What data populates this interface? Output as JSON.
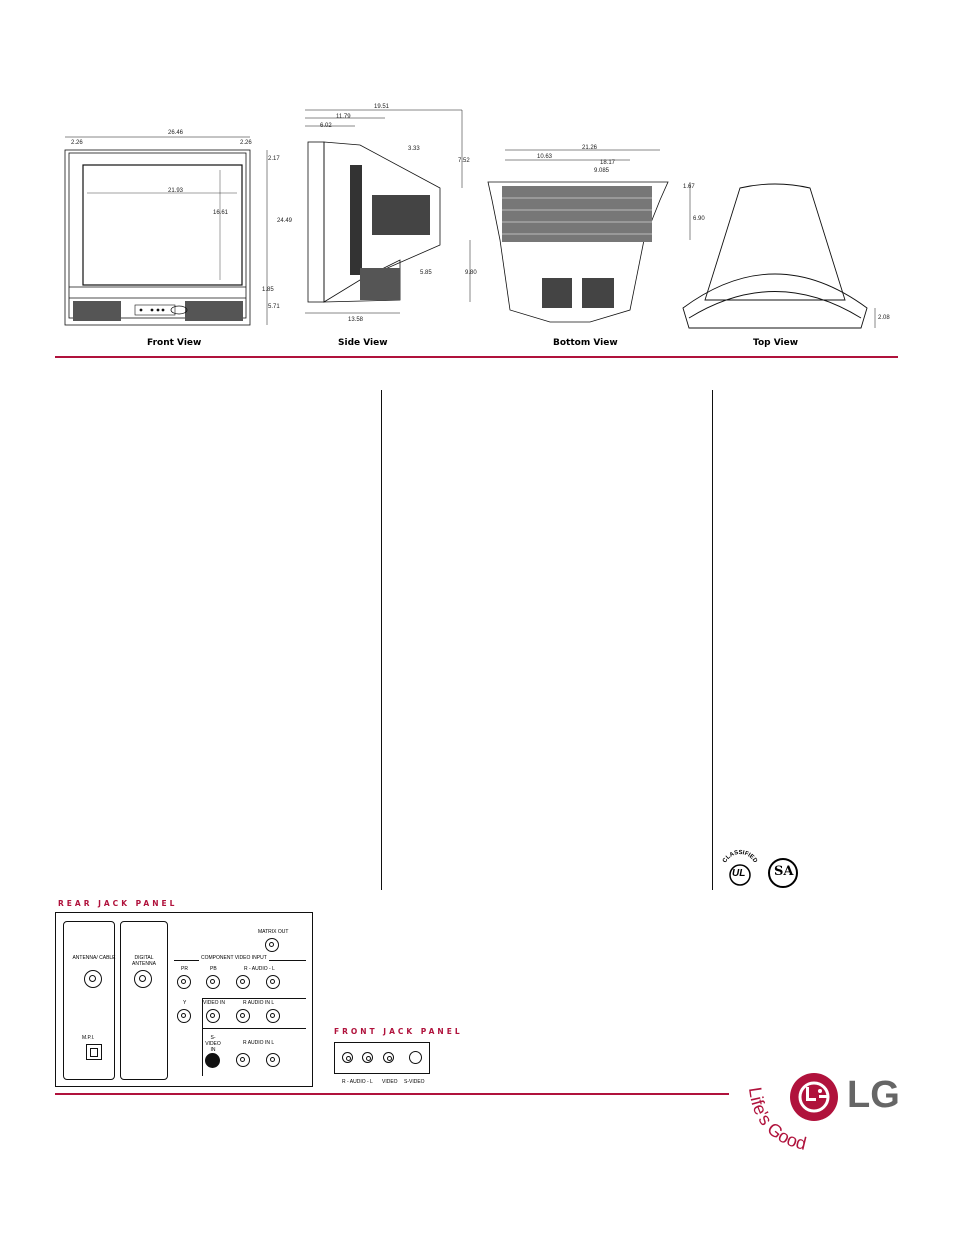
{
  "drawings": {
    "front": {
      "label": "Front View",
      "dims": [
        "26.46",
        "2.26",
        "2.26",
        "2.17",
        "21.93",
        "16.61",
        "24.49",
        "1.85",
        "5.71"
      ]
    },
    "side": {
      "label": "Side View",
      "dims": [
        "19.51",
        "11.79",
        "6.02",
        "3.33",
        "7.52",
        "5.85",
        "9.80",
        "13.58"
      ]
    },
    "bottom": {
      "label": "Bottom View",
      "dims": [
        "21.26",
        "10.63",
        "18.17",
        "9.085",
        "1.67",
        "6.90"
      ]
    },
    "top": {
      "label": "Top View",
      "dims": [
        "2.08"
      ]
    }
  },
  "certifications": {
    "ul": "CLASSIFIED",
    "ul_mark": "UL",
    "csa_mark": "SA"
  },
  "rear_jack_panel": {
    "title": "REAR JACK PANEL",
    "antenna_cable": "ANTENNA/ CABLE",
    "mpi": "M.P.I.",
    "digital_antenna": "DIGITAL ANTENNA",
    "matrix_out": "MATRIX OUT",
    "component_video_input": "COMPONENT VIDEO INPUT",
    "pr": "PR",
    "pb": "PB",
    "audio_lr_1": "R - AUDIO - L",
    "y": "Y",
    "video_in": "VIDEO IN",
    "audio_in_1": "R  AUDIO IN L",
    "s_video_in": "S-VIDEO IN",
    "audio_in_2": "R  AUDIO IN L"
  },
  "front_jack_panel": {
    "title": "FRONT JACK PANEL",
    "audio": "R - AUDIO - L",
    "video": "VIDEO",
    "s_video": "S-VIDEO"
  },
  "brand": {
    "logo": "LG",
    "tagline": "Life's Good"
  },
  "colors": {
    "accent": "#b0123c"
  }
}
